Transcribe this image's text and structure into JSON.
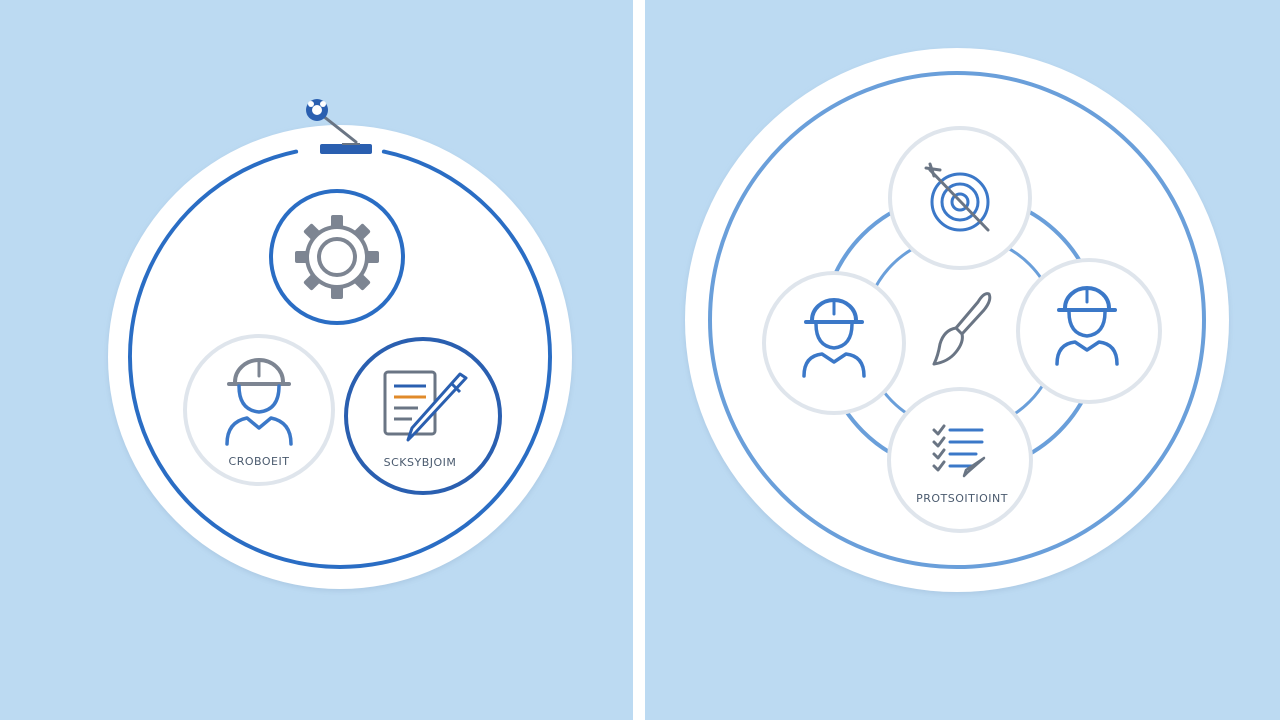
{
  "colors": {
    "background": "#bcdaf2",
    "divider": "#ffffff",
    "disc": "#ffffff",
    "ring_dark": "#2a6dc4",
    "ring_light": "#6a9fda",
    "node_border_gray": "#dfe5ec",
    "icon_gray": "#7d8592",
    "icon_blue": "#3b78c8",
    "label": "#4a5a6e"
  },
  "left_diagram": {
    "top_icon": "gear-icon",
    "nodes": [
      {
        "icon": "worker-hardhat-icon",
        "label": "CROBOEIT"
      },
      {
        "icon": "document-pen-icon",
        "label": "SCKSYBJOIM"
      }
    ],
    "ornament": "wrench-badge-icon"
  },
  "right_diagram": {
    "nodes": [
      {
        "icon": "target-arrow-icon",
        "label": ""
      },
      {
        "icon": "worker-hardhat-icon",
        "label": ""
      },
      {
        "icon": "worker-hardhat-icon",
        "label": ""
      },
      {
        "icon": "checklist-icon",
        "label": "PROTSOITIOINT"
      }
    ],
    "center_icon": "brush-icon"
  }
}
